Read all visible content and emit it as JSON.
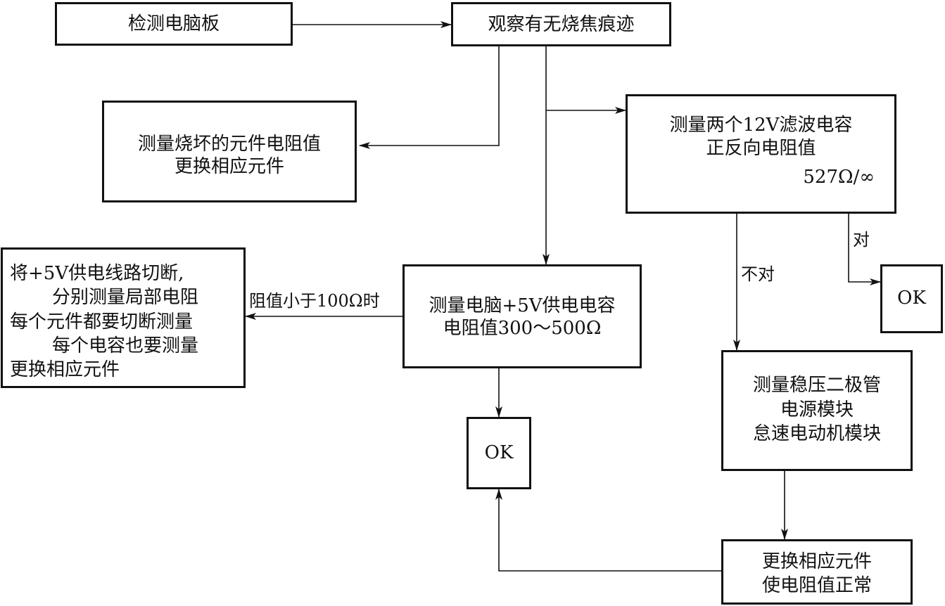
{
  "nodes": {
    "detect_board": "检测电脑板",
    "observe_burn": "观察有无烧焦痕迹",
    "measure_burnt": [
      "测量烧坏的元件电阻值",
      "更换相应元件"
    ],
    "measure_12v": [
      "测量两个12V滤波电容",
      "正反向电阻值"
    ],
    "measure_12v_value": "527Ω/∞",
    "ok_right": "OK",
    "measure_5v": [
      "测量电脑+5V供电电容",
      "电阻值300～500Ω"
    ],
    "cut_5v": [
      "将+5V供电线路切断,",
      "分别测量局部电阻",
      "每个元件都要切断测量",
      "每个电容也要测量",
      "更换相应元件"
    ],
    "ok_center": "OK",
    "measure_modules": [
      "测量稳压二极管",
      "电源模块",
      "怠速电动机模块"
    ],
    "replace_parts": [
      "更换相应元件",
      "使电阻值正常"
    ]
  },
  "edge_labels": {
    "correct": "对",
    "incorrect": "不对",
    "lt_100": "阻值小于100Ω时"
  }
}
